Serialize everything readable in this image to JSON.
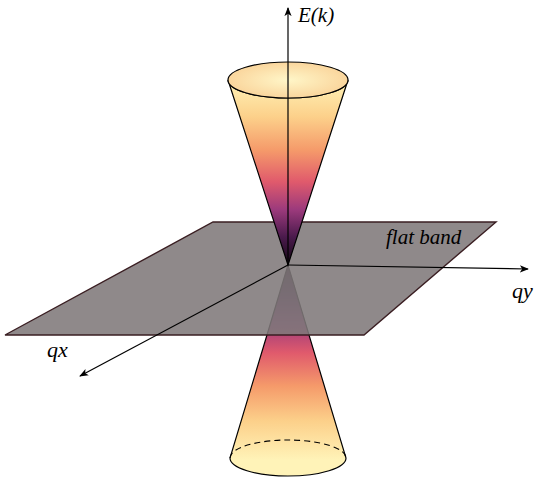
{
  "diagram": {
    "labels": [
      "E(k)",
      "flat band",
      "qx",
      "qy"
    ]
  }
}
